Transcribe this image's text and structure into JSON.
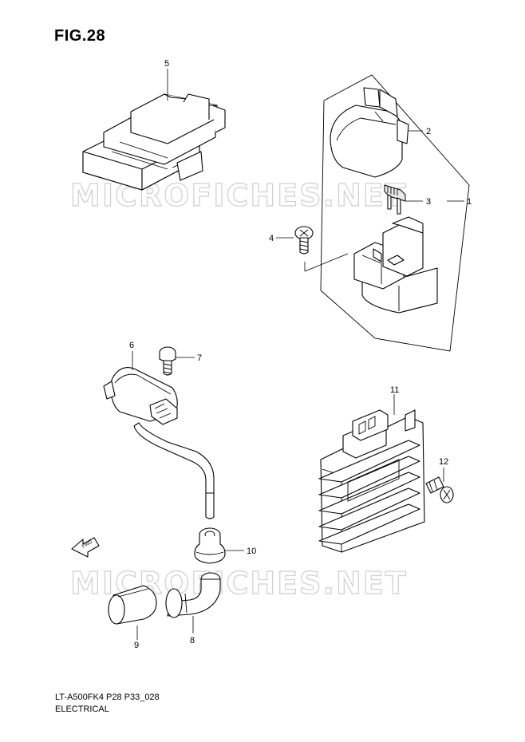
{
  "figure": {
    "title": "FIG.28",
    "model_code": "LT-A500FK4 P28 P33_028",
    "category": "ELECTRICAL"
  },
  "watermark": "MICROFICHES.NET",
  "callouts": [
    {
      "id": "1"
    },
    {
      "id": "2"
    },
    {
      "id": "3"
    },
    {
      "id": "4"
    },
    {
      "id": "5"
    },
    {
      "id": "6"
    },
    {
      "id": "7"
    },
    {
      "id": "8"
    },
    {
      "id": "9"
    },
    {
      "id": "10"
    },
    {
      "id": "11"
    },
    {
      "id": "12"
    }
  ],
  "direction_arrow": {
    "label": "FWD"
  }
}
